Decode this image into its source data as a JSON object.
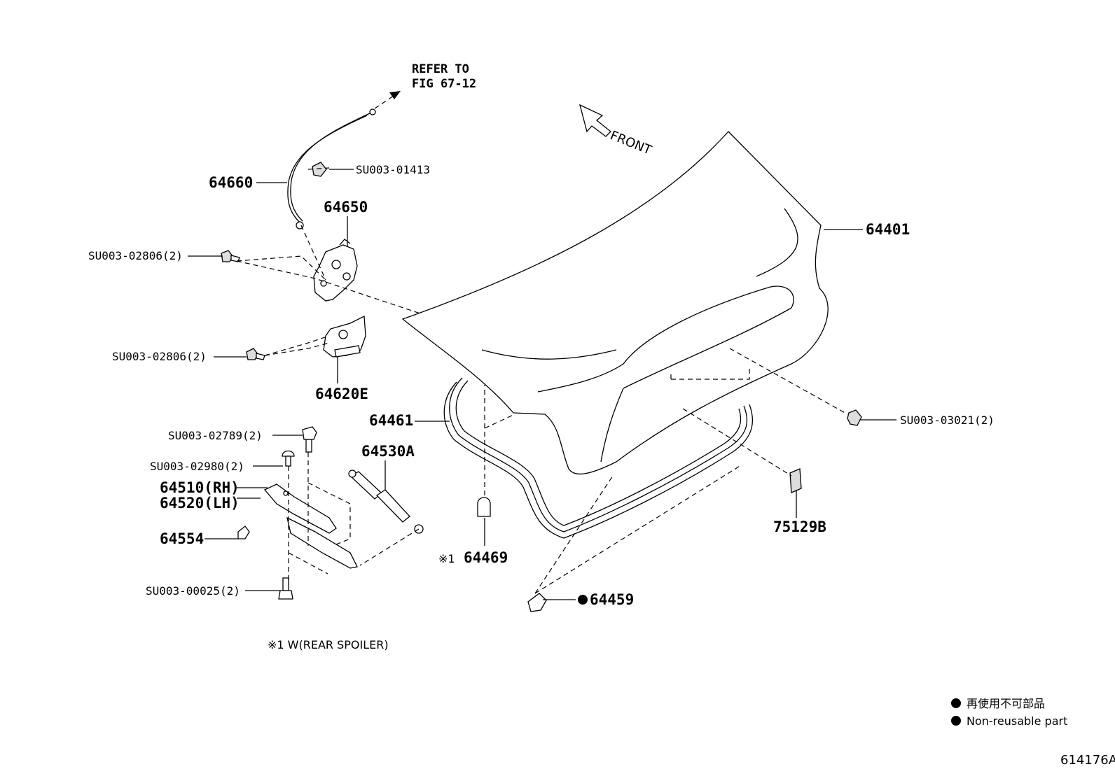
{
  "refer": {
    "line1": "REFER TO",
    "line2": "FIG 67-12"
  },
  "front_label": "FRONT",
  "callouts": {
    "p64660": "64660",
    "p64650": "64650",
    "su01413": "SU003-01413",
    "su02806_a": "SU003-02806(2)",
    "su02806_b": "SU003-02806(2)",
    "p64620E": "64620E",
    "p64401": "64401",
    "p64461": "64461",
    "su03021": "SU003-03021(2)",
    "su02789": "SU003-02789(2)",
    "su02980": "SU003-02980(2)",
    "p64510": "64510(RH)",
    "p64520": "64520(LH)",
    "p64530A": "64530A",
    "p64554": "64554",
    "p64469_mark": "※1",
    "p64469": "64469",
    "p64459": "64459",
    "p75129B": "75129B",
    "su00025": "SU003-00025(2)"
  },
  "note": "※1 W(REAR SPOILER)",
  "legend": {
    "jp": "再使用不可部品",
    "en": "Non-reusable part"
  },
  "figure_id": "614176A",
  "colors": {
    "ink": "#000000",
    "background": "#ffffff"
  },
  "icons": [
    "front-arrow-icon",
    "refer-arrow-icon",
    "non-reusable-dot-icon"
  ]
}
